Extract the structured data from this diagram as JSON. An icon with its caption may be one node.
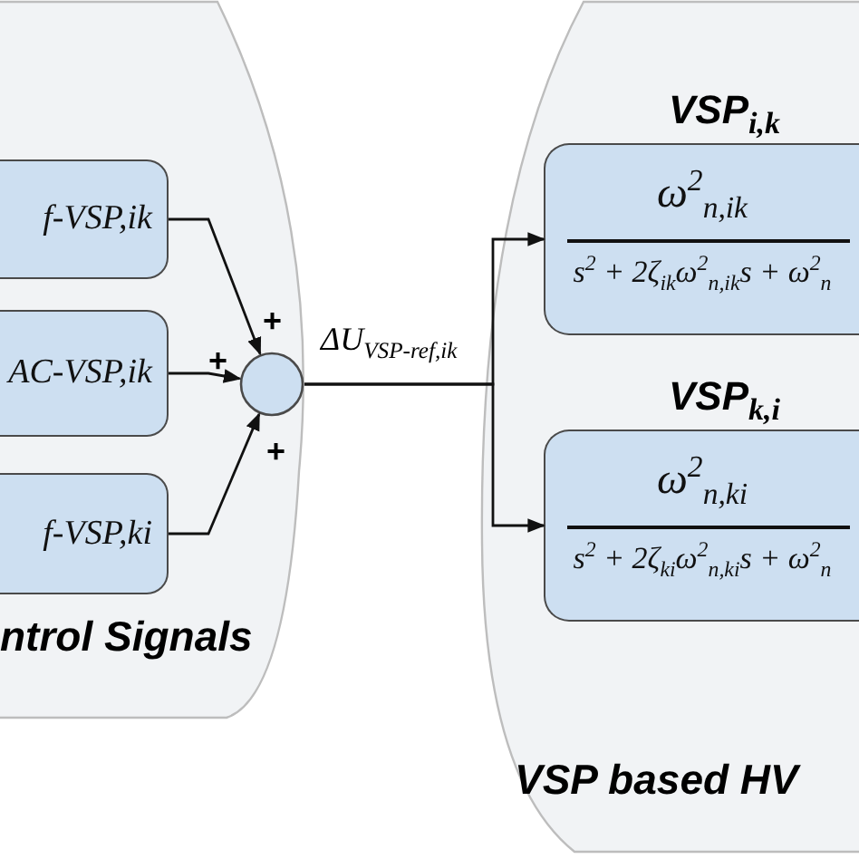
{
  "diagram": {
    "nodes": [
      {
        "text": [
          "ntrol Signals"
        ]
      },
      {
        "text": [
          "f-VSP,ik"
        ],
        "in": 0
      },
      {
        "text": [
          "AC-VSP,ik"
        ],
        "in": 0
      },
      {
        "text": [
          "f-VSP,ki"
        ],
        "in": 0
      },
      {
        "text": [],
        "shape": "circle",
        "in": 0
      },
      {
        "text": [
          "VSP based  HV"
        ]
      },
      {
        "text": [
          "VSP$_{i,k}$",
          "ω$^{2}$$_{n,ik}$",
          "s$^{2}$ + 2ζ$_{ik}$ω$^{2}$$_{n,ik}$s + ω$^{2}$$_{n}$"
        ],
        "in": 5
      },
      {
        "text": [
          "VSP$_{k,i}$",
          "ω$^{2}$$_{n,ki}$",
          "s$^{2}$ + 2ζ$_{ki}$ω$^{2}$$_{n,ki}$s + ω$^{2}$$_{n}$"
        ],
        "in": 5
      }
    ],
    "edges": [
      {
        "from": 1,
        "to": 4,
        "arrow": "to"
      },
      {
        "from": 2,
        "to": 4,
        "arrow": "to"
      },
      {
        "from": 3,
        "to": 4,
        "arrow": "to"
      },
      {
        "from": 4,
        "to": 6,
        "arrow": "to",
        "label": "ΔU$_{VSP-ref,ik}$"
      },
      {
        "from": 4,
        "to": 7,
        "arrow": "to"
      }
    ],
    "labels": [
      "+",
      "+",
      "+"
    ]
  }
}
